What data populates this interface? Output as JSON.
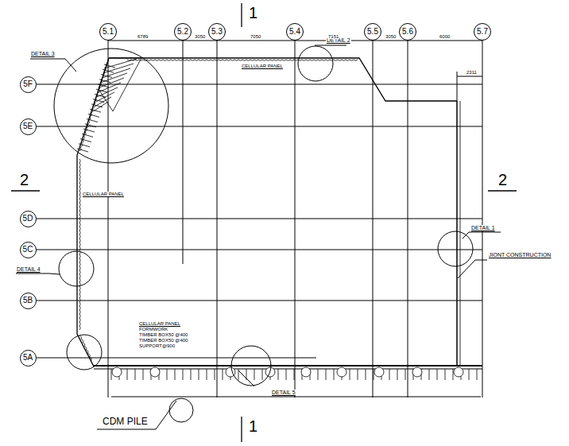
{
  "diagram": {
    "nodes": [
      {
        "text": [
          "5.1"
        ]
      },
      {
        "text": [
          "5.2"
        ]
      },
      {
        "text": [
          "5.3"
        ]
      },
      {
        "text": [
          "5.4"
        ]
      },
      {
        "text": [
          "5.5"
        ]
      },
      {
        "text": [
          "5.6"
        ]
      },
      {
        "text": [
          "5.7"
        ]
      },
      {
        "text": [
          "5F"
        ]
      },
      {
        "text": [
          "5E"
        ]
      },
      {
        "text": [
          "5D"
        ]
      },
      {
        "text": [
          "5C"
        ]
      },
      {
        "text": [
          "5B"
        ]
      },
      {
        "text": [
          "5A"
        ]
      }
    ],
    "labels": [
      "1",
      "2",
      "2",
      "1",
      "DETAIL 3",
      "DETAIL 2",
      "6789",
      "3050",
      "7050",
      "7151",
      "3050",
      "6000",
      "CELLULAR PANEL",
      "2311",
      "CELLULAR PANEL",
      "DETAIL 1",
      "JIONT CONSTRUCTION",
      "DETAIL 4",
      "CELLULAR PANEL",
      "FORMWORK",
      "TIMBER BOX50 @400",
      "TIMBER BOX50 @400",
      "SUPPORT@900",
      "DETAIL 5",
      "CDM PILE"
    ]
  }
}
